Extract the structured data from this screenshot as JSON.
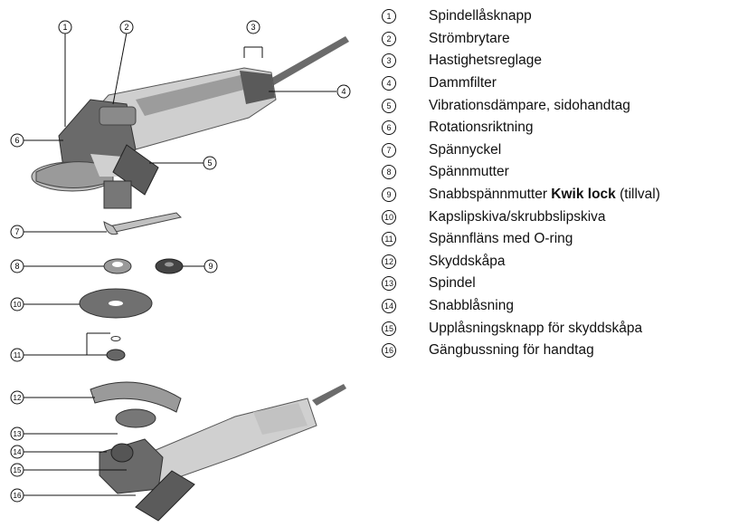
{
  "legend": [
    {
      "num": "1",
      "text": "Spindellåsknapp"
    },
    {
      "num": "2",
      "text": "Strömbrytare"
    },
    {
      "num": "3",
      "text": "Hastighetsreglage"
    },
    {
      "num": "4",
      "text": "Dammfilter"
    },
    {
      "num": "5",
      "text": "Vibrationsdämpare, sidohandtag"
    },
    {
      "num": "6",
      "text": "Rotationsriktning"
    },
    {
      "num": "7",
      "text": "Spännyckel"
    },
    {
      "num": "8",
      "text": "Spännmutter"
    },
    {
      "num": "9",
      "text": "Snabbspännmutter ",
      "bold": "Kwik lock",
      "suffix": " (tillval)"
    },
    {
      "num": "10",
      "text": "Kapslipskiva/skrubbslipskiva"
    },
    {
      "num": "11",
      "text": "Spännfläns med O-ring"
    },
    {
      "num": "12",
      "text": "Skyddskåpa"
    },
    {
      "num": "13",
      "text": "Spindel"
    },
    {
      "num": "14",
      "text": "Snabblåsning"
    },
    {
      "num": "15",
      "text": "Upplåsningsknapp för skyddskåpa"
    },
    {
      "num": "16",
      "text": "Gängbussning för handtag"
    }
  ],
  "colors": {
    "body": "#c9c9c9",
    "dark": "#4a4a4a",
    "mid": "#8a8a8a",
    "light": "#e3e3e3"
  }
}
